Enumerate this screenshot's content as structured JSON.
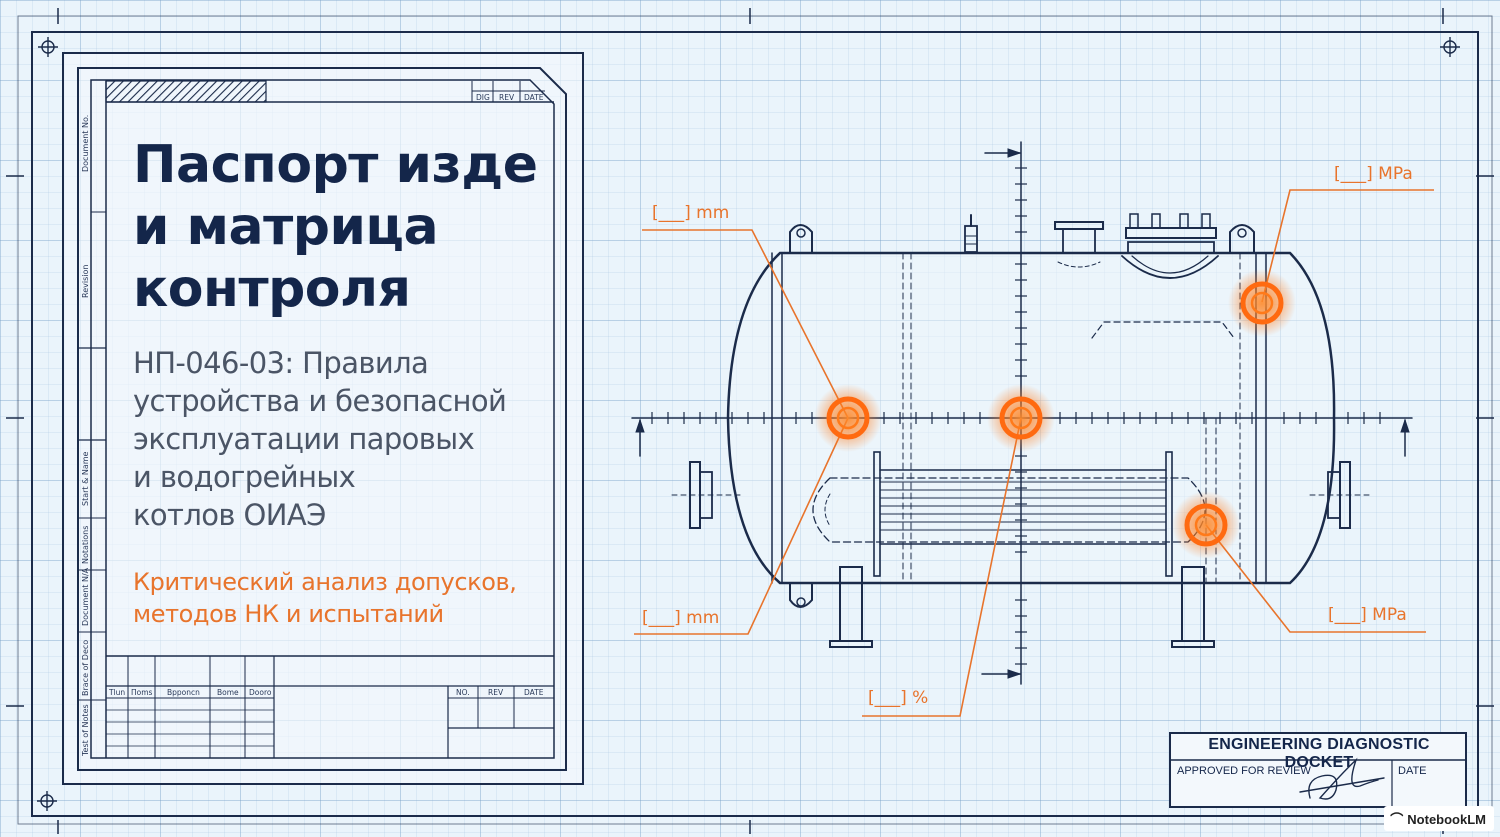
{
  "title_lines": [
    "Паспорт изде",
    "и матрица",
    "контроля"
  ],
  "subtitle_lines": [
    "НП-046-03: Правила",
    "устройства и безопасной",
    "эксплуатации паровых",
    "и водогрейных",
    "котлов ОИАЭ"
  ],
  "accent_lines": [
    "Критический анализ допусков,",
    "методов НК и испытаний"
  ],
  "callouts": {
    "top_left": "[___] mm",
    "top_right": "[___] MPa",
    "bottom_left": "[___] mm",
    "bottom_right": "[___] MPa",
    "bottom_center": "[___] %"
  },
  "title_block": {
    "top_cols": [
      "DIG",
      "REV",
      "DATE"
    ],
    "bottom_cols": [
      "NO.",
      "REV",
      "DATE"
    ],
    "grid_headers": [
      "Tlun",
      "Пoms",
      "Bpponcn",
      "Bome",
      "Dooro"
    ],
    "side_labels": [
      "Document No.",
      "Revision",
      "Start & Name",
      "Notations",
      "Document N/A",
      "Brace of Deco",
      "Test of Notes"
    ]
  },
  "docket": {
    "title": "ENGINEERING DIAGNOSTIC DOCKET",
    "approved": "APPROVED FOR REVIEW",
    "date_label": "DATE"
  },
  "brand": "NotebookLM",
  "colors": {
    "ink": "#1b2b4a",
    "accent": "#e8742c",
    "paper": "#eaf4fb"
  },
  "icons": [
    "registration-crosshair-icon",
    "signature-icon",
    "notebooklm-logo-icon"
  ]
}
